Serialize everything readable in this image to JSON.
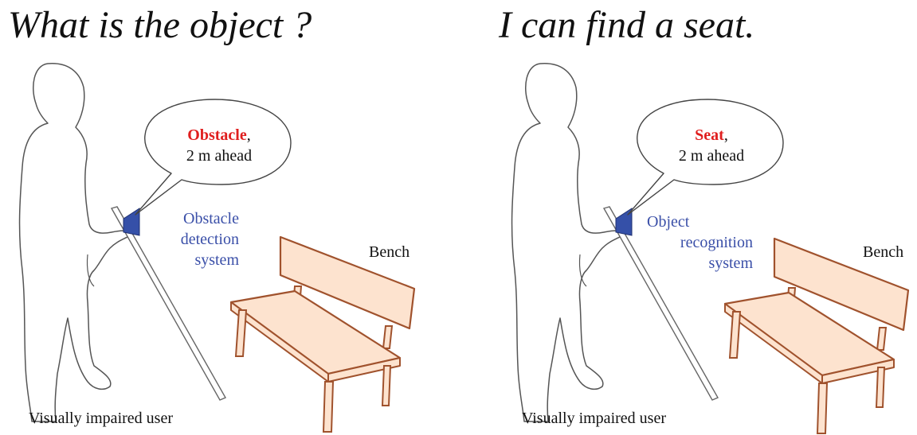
{
  "left": {
    "title": "What is the object ?",
    "bubble_keyword": "Obstacle",
    "bubble_suffix": ",",
    "bubble_line2": "2 m ahead",
    "system_line1": "Obstacle",
    "system_line2": "detection",
    "system_line3": "system",
    "bench_label": "Bench",
    "user_label": "Visually impaired user"
  },
  "right": {
    "title": "I can find a seat.",
    "bubble_keyword": "Seat",
    "bubble_suffix": ",",
    "bubble_line2": "2 m ahead",
    "system_line1": "Object",
    "system_line2": "recognition",
    "system_line3": "system",
    "bench_label": "Bench",
    "user_label": "Visually impaired user"
  },
  "colors": {
    "keyword_red": "#e01e1e",
    "system_blue": "#3a4fa8",
    "device_blue": "#3550a8",
    "bench_fill": "#fde3cf",
    "bench_stroke": "#a0522d",
    "outline": "#555555"
  }
}
